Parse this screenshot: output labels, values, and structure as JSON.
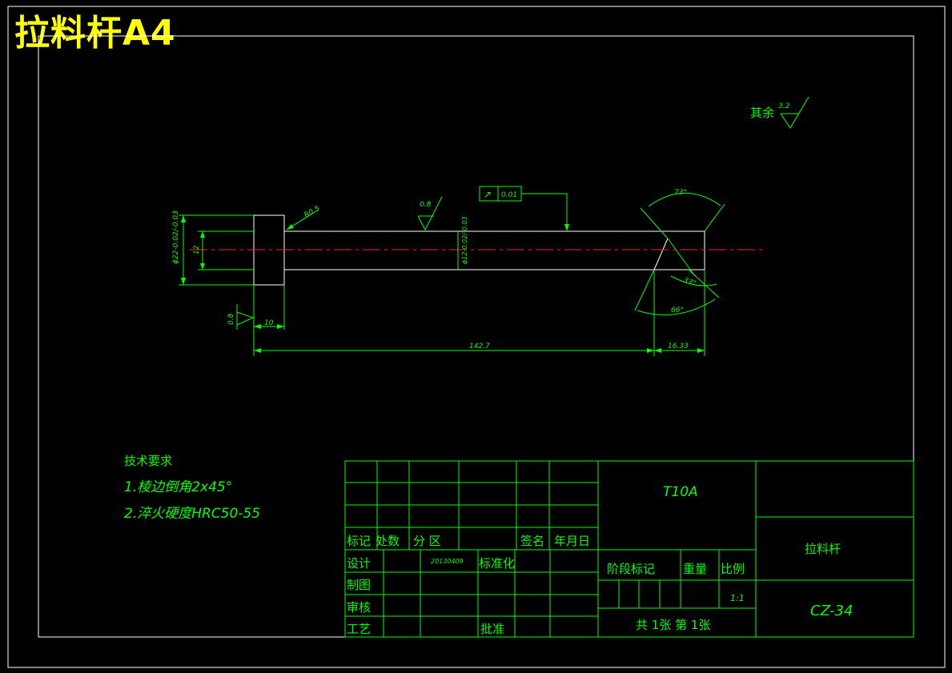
{
  "sheet_title": "拉料杆A4",
  "colors": {
    "background": "#000000",
    "outline": "#ffffff",
    "dimension": "#00ff00",
    "centerline": "#ff0000",
    "title": "#ffff00"
  },
  "roughness": {
    "others_label": "其余",
    "others_value": "3.2",
    "head_value": "0.8",
    "shaft_value": "0.8"
  },
  "dimensions": {
    "head_diameter": "ϕ22-0.02/-0.03",
    "shaft_diameter": "12",
    "shaft_diameter_tol": "ϕ12-0.02/-0.03",
    "radius": "R0.5",
    "head_length": "10",
    "total_length": "142.7",
    "tip_length": "16.33",
    "angle_top": "73°",
    "angle_mid": "33°",
    "angle_bottom": "66°"
  },
  "tolerance_frame": {
    "symbol": "↗",
    "value": "0.01"
  },
  "tech_requirements": {
    "heading": "技术要求",
    "items": [
      "1.棱边倒角2x45°",
      "2.淬火硬度HRC50-55"
    ]
  },
  "title_block": {
    "material": "T10A",
    "part_name": "拉料杆",
    "drawing_number": "CZ-34",
    "labels": {
      "mark": "标记",
      "count": "处数",
      "zone": "分 区",
      "signature": "签名",
      "date_label": "年月日",
      "design": "设计",
      "date": "20130409",
      "standardization": "标准化",
      "drafting": "制图",
      "review": "审核",
      "process": "工艺",
      "approve": "批准",
      "stage_mark": "阶段标记",
      "weight": "重量",
      "scale_label": "比例",
      "scale": "1:1",
      "sheets": "共 1张 第 1张"
    }
  }
}
